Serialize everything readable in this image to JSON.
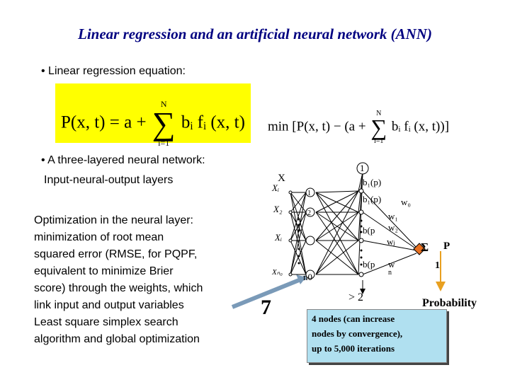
{
  "slide": {
    "title": "Linear regression and an artificial neural network (ANN)",
    "bullet1": "• Linear regression equation:",
    "equation": {
      "lhs": "P(x, t) = a +",
      "sum_top": "N",
      "sum_bottom": "i=1",
      "rhs": "bᵢ fᵢ (x, t)"
    },
    "min_expression": {
      "prefix": "min  [P(x, t) − (a +",
      "sum_top": "N",
      "sum_bottom": "i=1",
      "suffix": "bᵢ fᵢ (x, t))]"
    },
    "bullet2_line1": "• A three-layered neural network:",
    "bullet2_line2": "Input-neural-output layers",
    "optimization_lines": [
      "Optimization in the neural layer:",
      "minimization of root mean",
      "squared error (RMSE, for PQPF,",
      "equivalent to minimize Brier",
      "score) through the weights, which",
      "link input and output variables",
      "Least square simplex search",
      "algorithm and global optimization"
    ],
    "number_seven": "7",
    "network": {
      "x_label": "X",
      "input_labels": [
        "Xᵢ",
        "X₂",
        "Xᵢ",
        "Xₙ₀"
      ],
      "hidden_node_labels": [
        "1",
        "2",
        "",
        "n0"
      ],
      "bias_label": "1",
      "hidden_output_labels": [
        "b₁(p)",
        "b₁(p)",
        "b(p",
        "b(p"
      ],
      "weight_labels": [
        "w₀",
        "w₁",
        "w₂",
        "wⱼ",
        "w",
        "n"
      ],
      "sum_symbol": "Σ",
      "p_label": "P",
      "output_value": "1",
      "gt_label": "> 2",
      "probability_label": "Probability"
    },
    "nodes_note": [
      "4 nodes (can increase",
      "nodes by convergence),",
      "up to 5,000 iterations"
    ],
    "colors": {
      "title": "#000080",
      "equation_bg": "#ffff00",
      "arrow": "#e8a020",
      "output_node": "#e87020",
      "note_bg": "#b0e0f0"
    }
  }
}
